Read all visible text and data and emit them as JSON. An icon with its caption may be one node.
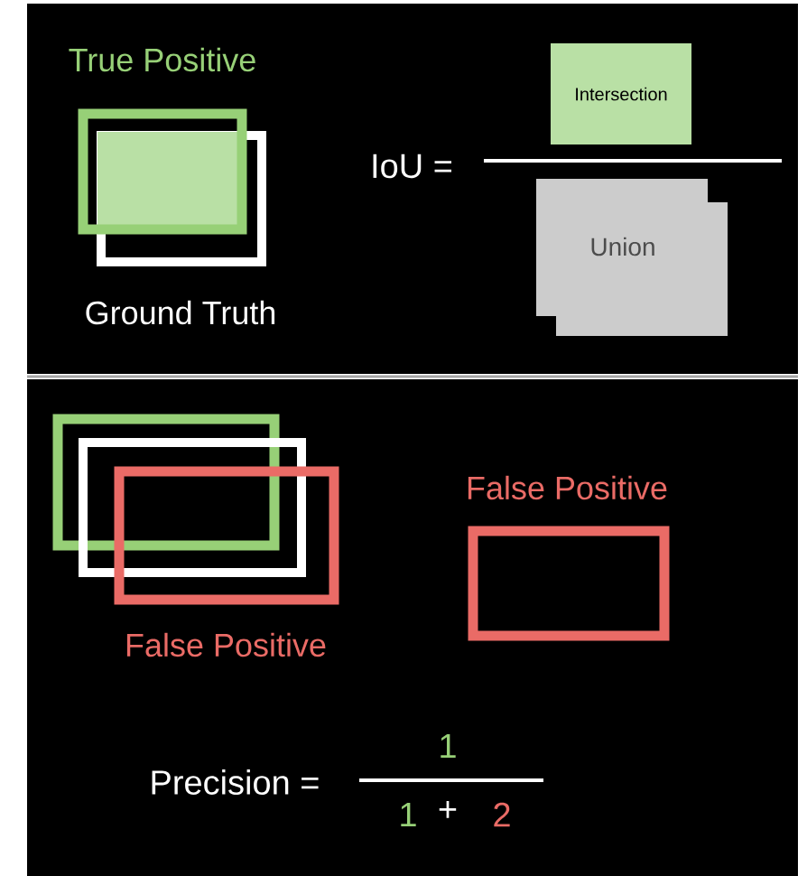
{
  "diagram": {
    "nodes": [
      {
        "text": [],
        "shape": "box",
        "beside": [
          "True Positive"
        ]
      },
      {
        "text": [],
        "shape": "box",
        "beside": [
          "Ground Truth"
        ]
      },
      {
        "text": [
          "Intersection"
        ]
      },
      {
        "text": [
          "Union"
        ]
      },
      {
        "text": [],
        "shape": "box"
      },
      {
        "text": [],
        "shape": "box"
      },
      {
        "text": [],
        "shape": "box",
        "beside": [
          "False Positive"
        ]
      },
      {
        "text": [],
        "shape": "box",
        "beside": [
          "False Positive"
        ]
      }
    ],
    "edges": [],
    "labels": [
      "IoU =",
      "Precision =",
      "1",
      "1",
      "+",
      "2"
    ]
  }
}
